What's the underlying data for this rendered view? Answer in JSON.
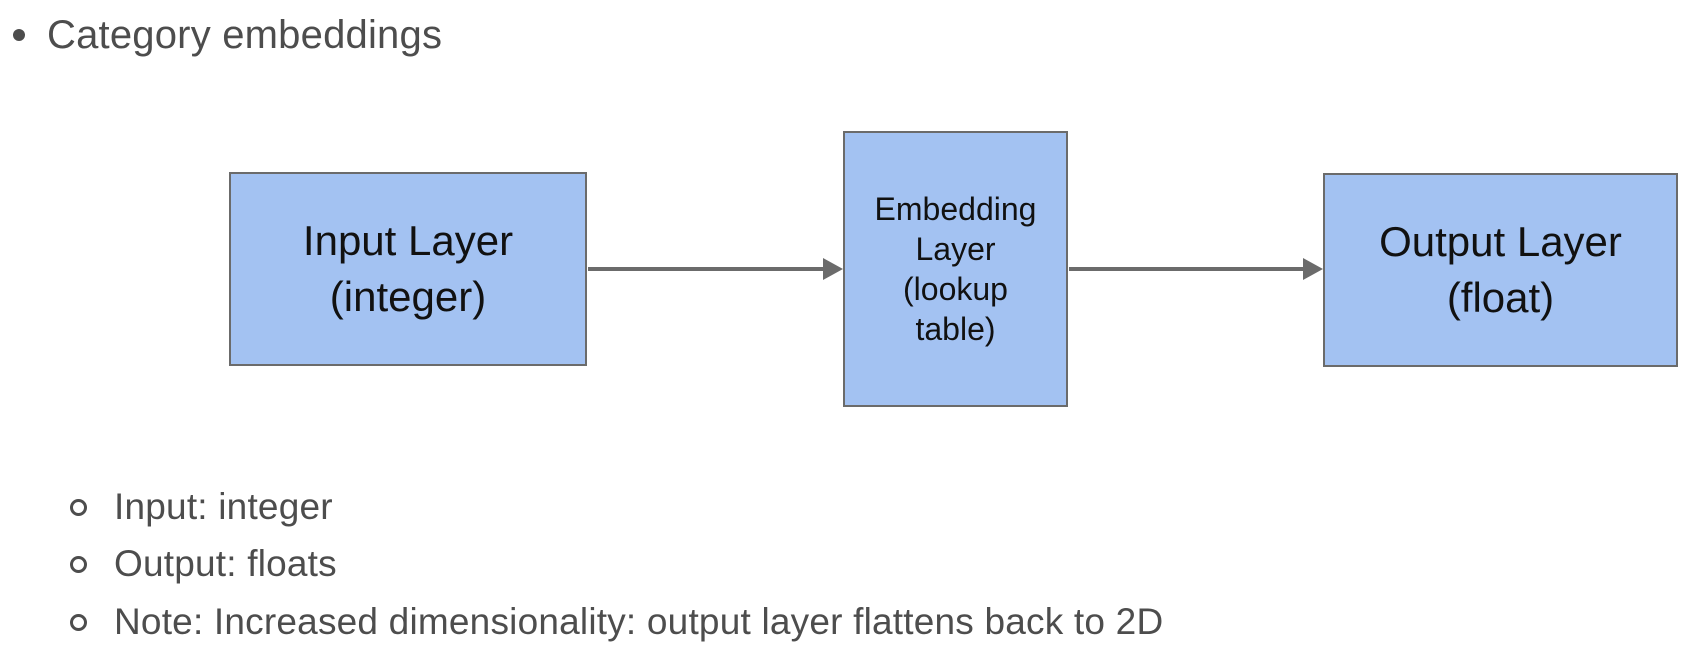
{
  "page": {
    "title": "Category embeddings",
    "sub_bullets": [
      "Input: integer",
      "Output: floats",
      "Note: Increased dimensionality: output layer flattens back to 2D"
    ]
  },
  "diagram": {
    "type": "flowchart",
    "direction": "left-to-right",
    "nodes": [
      {
        "id": "input-layer",
        "label": "Input Layer (integer)",
        "lines": [
          "Input Layer",
          "(integer)"
        ]
      },
      {
        "id": "embedding-layer",
        "label": "Embedding Layer (lookup table)",
        "lines": [
          "Embedding",
          "Layer",
          "(lookup",
          "table)"
        ]
      },
      {
        "id": "output-layer",
        "label": "Output Layer (float)",
        "lines": [
          "Output Layer",
          "(float)"
        ]
      }
    ],
    "edges": [
      {
        "from": "input-layer",
        "to": "embedding-layer"
      },
      {
        "from": "embedding-layer",
        "to": "output-layer"
      }
    ],
    "colors": {
      "node_fill": "#a3c2f2",
      "node_border": "#6b6b6b",
      "arrow": "#6b6b6b",
      "node_text": "#111111",
      "body_text": "#4d4d4d",
      "background": "#ffffff"
    }
  }
}
